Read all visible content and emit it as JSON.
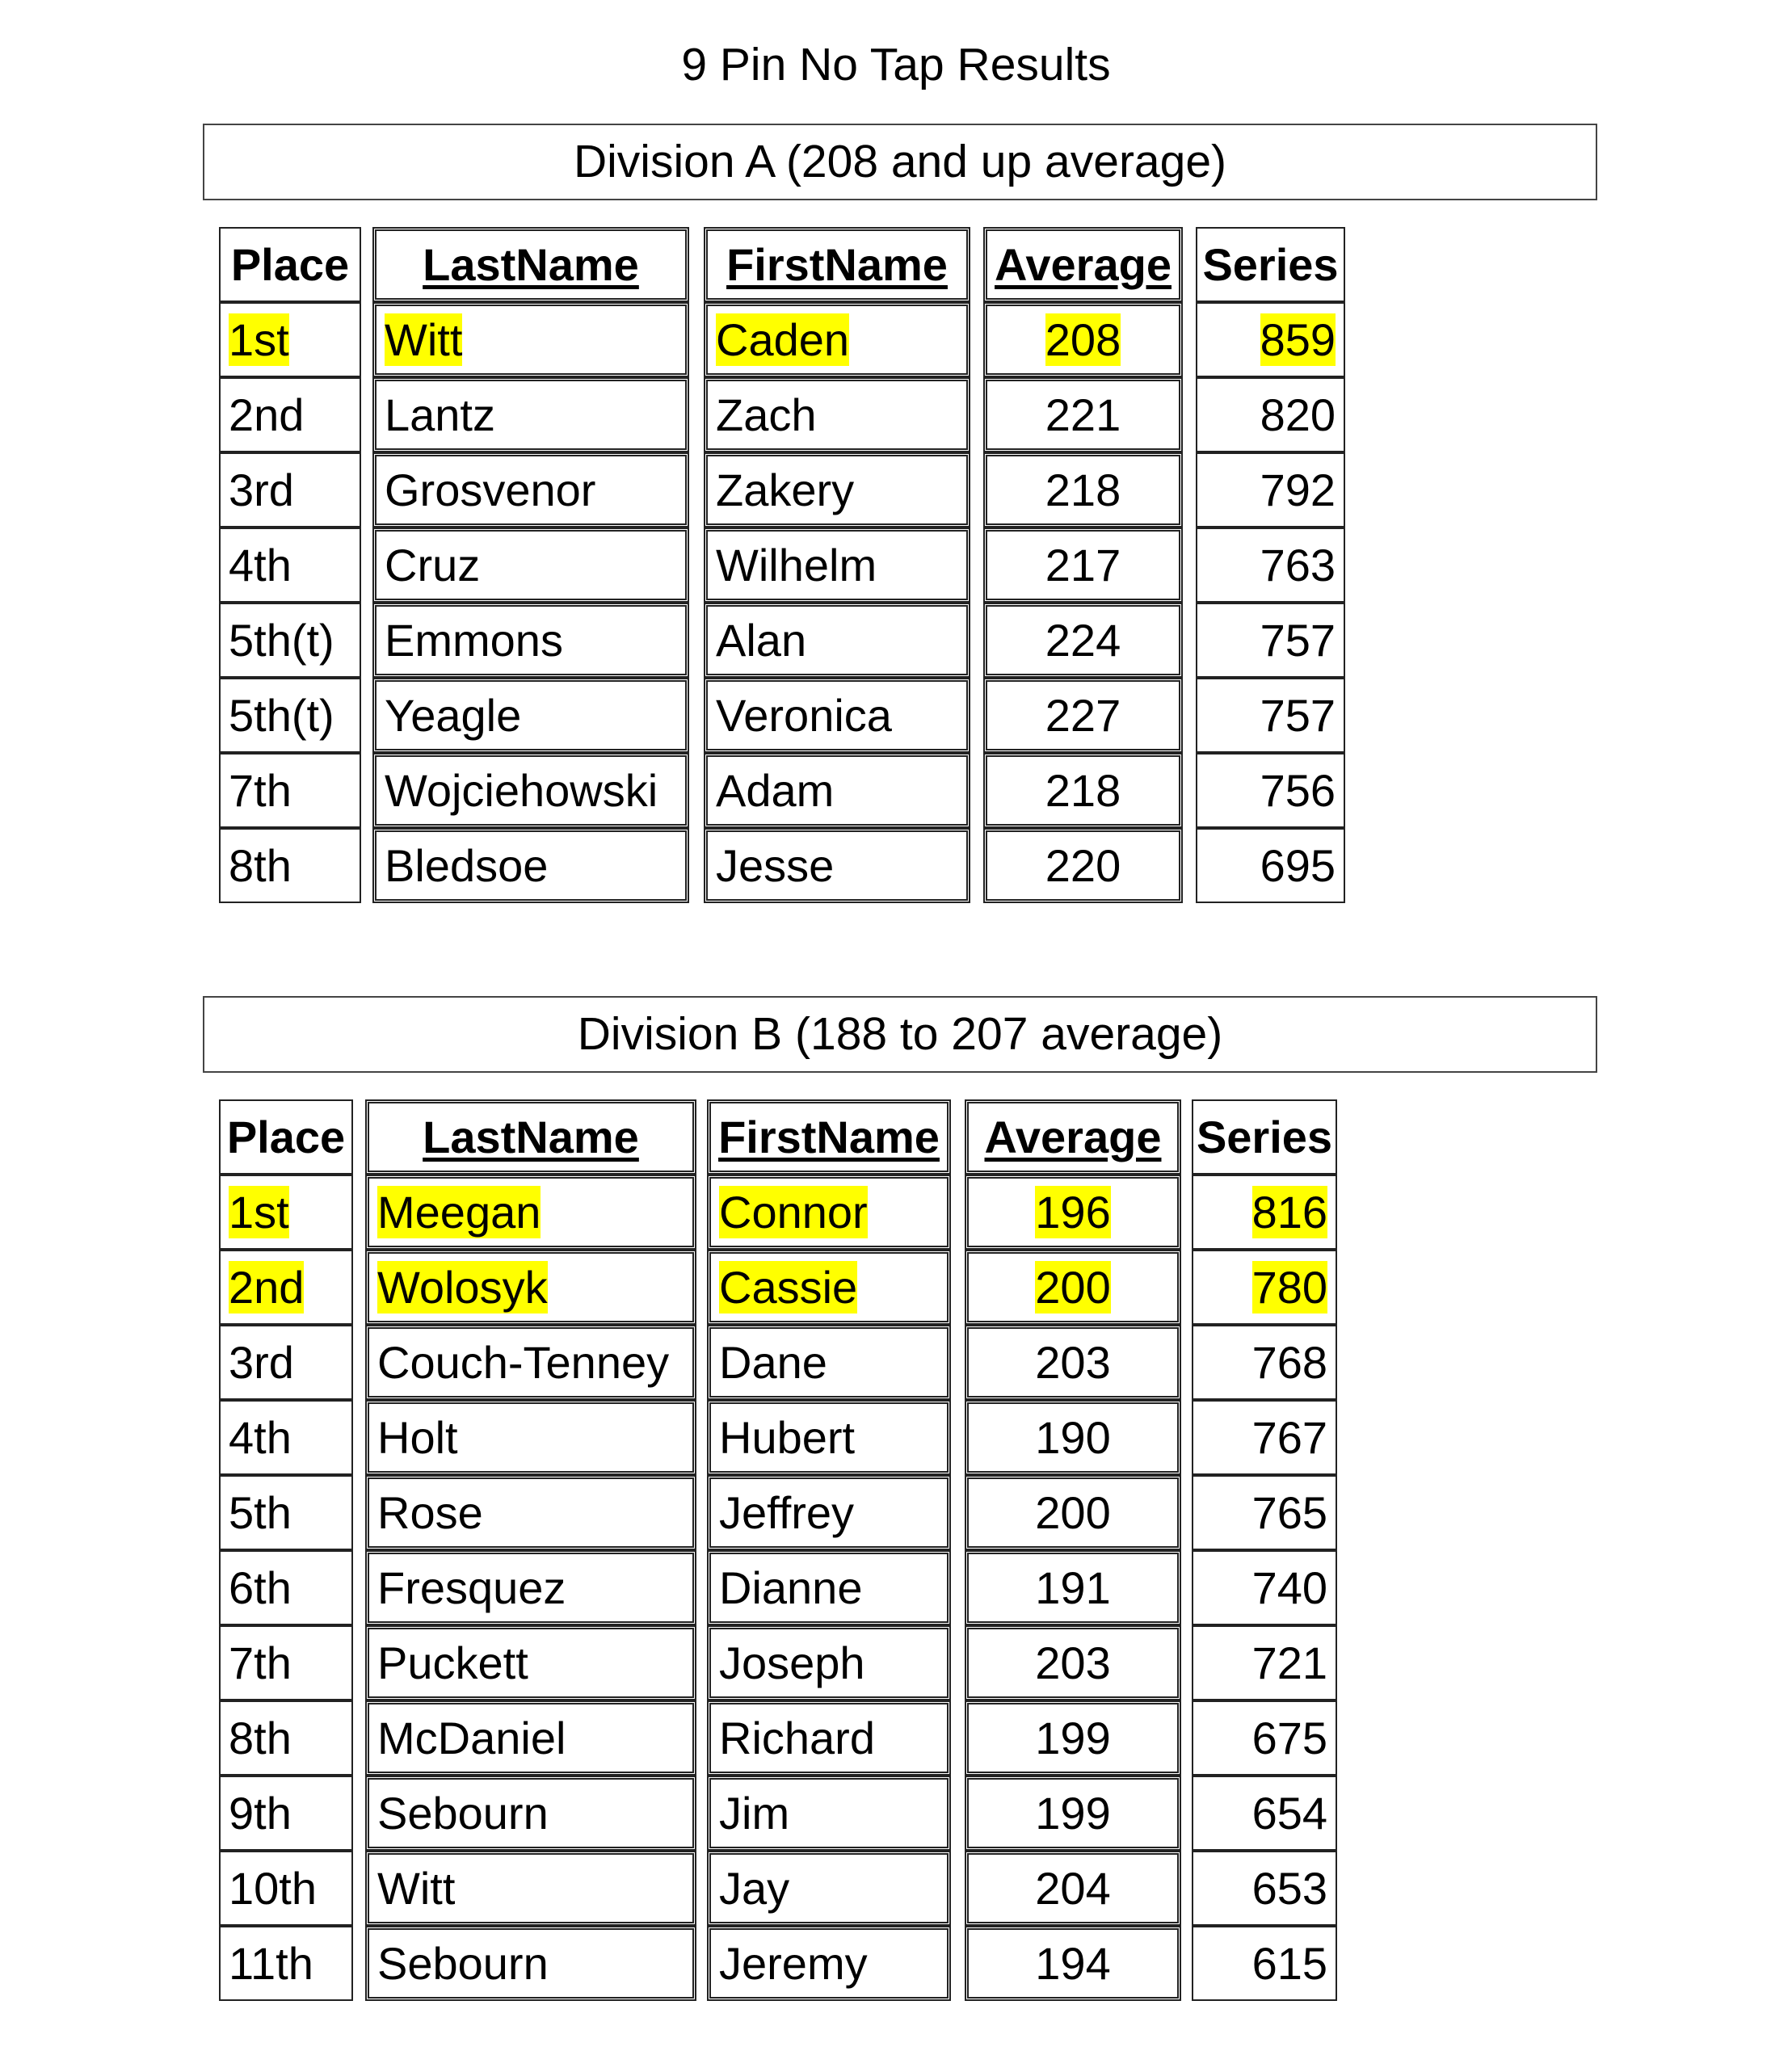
{
  "title": "9 Pin No Tap Results",
  "highlight_color": "#ffff00",
  "divisions": [
    {
      "heading": "Division A (208 and up average)",
      "columns": [
        "Place",
        "LastName",
        "FirstName",
        "Average",
        "Series"
      ],
      "rows": [
        {
          "place": "1st",
          "last": "Witt",
          "first": "Caden",
          "average": "208",
          "series": "859",
          "highlight": true
        },
        {
          "place": "2nd",
          "last": "Lantz",
          "first": "Zach",
          "average": "221",
          "series": "820",
          "highlight": false
        },
        {
          "place": "3rd",
          "last": "Grosvenor",
          "first": "Zakery",
          "average": "218",
          "series": "792",
          "highlight": false
        },
        {
          "place": "4th",
          "last": "Cruz",
          "first": "Wilhelm",
          "average": "217",
          "series": "763",
          "highlight": false
        },
        {
          "place": "5th(t)",
          "last": "Emmons",
          "first": "Alan",
          "average": "224",
          "series": "757",
          "highlight": false
        },
        {
          "place": "5th(t)",
          "last": "Yeagle",
          "first": "Veronica",
          "average": "227",
          "series": "757",
          "highlight": false
        },
        {
          "place": "7th",
          "last": "Wojciehowski",
          "first": "Adam",
          "average": "218",
          "series": "756",
          "highlight": false
        },
        {
          "place": "8th",
          "last": "Bledsoe",
          "first": "Jesse",
          "average": "220",
          "series": "695",
          "highlight": false
        }
      ]
    },
    {
      "heading": "Division B (188 to 207 average)",
      "columns": [
        "Place",
        "LastName",
        "FirstName",
        "Average",
        "Series"
      ],
      "rows": [
        {
          "place": "1st",
          "last": "Meegan",
          "first": "Connor",
          "average": "196",
          "series": "816",
          "highlight": true
        },
        {
          "place": "2nd",
          "last": "Wolosyk",
          "first": "Cassie",
          "average": "200",
          "series": "780",
          "highlight": true
        },
        {
          "place": "3rd",
          "last": "Couch-Tenney",
          "first": "Dane",
          "average": "203",
          "series": "768",
          "highlight": false
        },
        {
          "place": "4th",
          "last": "Holt",
          "first": "Hubert",
          "average": "190",
          "series": "767",
          "highlight": false
        },
        {
          "place": "5th",
          "last": "Rose",
          "first": "Jeffrey",
          "average": "200",
          "series": "765",
          "highlight": false
        },
        {
          "place": "6th",
          "last": "Fresquez",
          "first": "Dianne",
          "average": "191",
          "series": "740",
          "highlight": false
        },
        {
          "place": "7th",
          "last": "Puckett",
          "first": "Joseph",
          "average": "203",
          "series": "721",
          "highlight": false
        },
        {
          "place": "8th",
          "last": "McDaniel",
          "first": "Richard",
          "average": "199",
          "series": "675",
          "highlight": false
        },
        {
          "place": "9th",
          "last": "Sebourn",
          "first": "Jim",
          "average": "199",
          "series": "654",
          "highlight": false
        },
        {
          "place": "10th",
          "last": "Witt",
          "first": "Jay",
          "average": "204",
          "series": "653",
          "highlight": false
        },
        {
          "place": "11th",
          "last": "Sebourn",
          "first": "Jeremy",
          "average": "194",
          "series": "615",
          "highlight": false
        }
      ]
    }
  ]
}
